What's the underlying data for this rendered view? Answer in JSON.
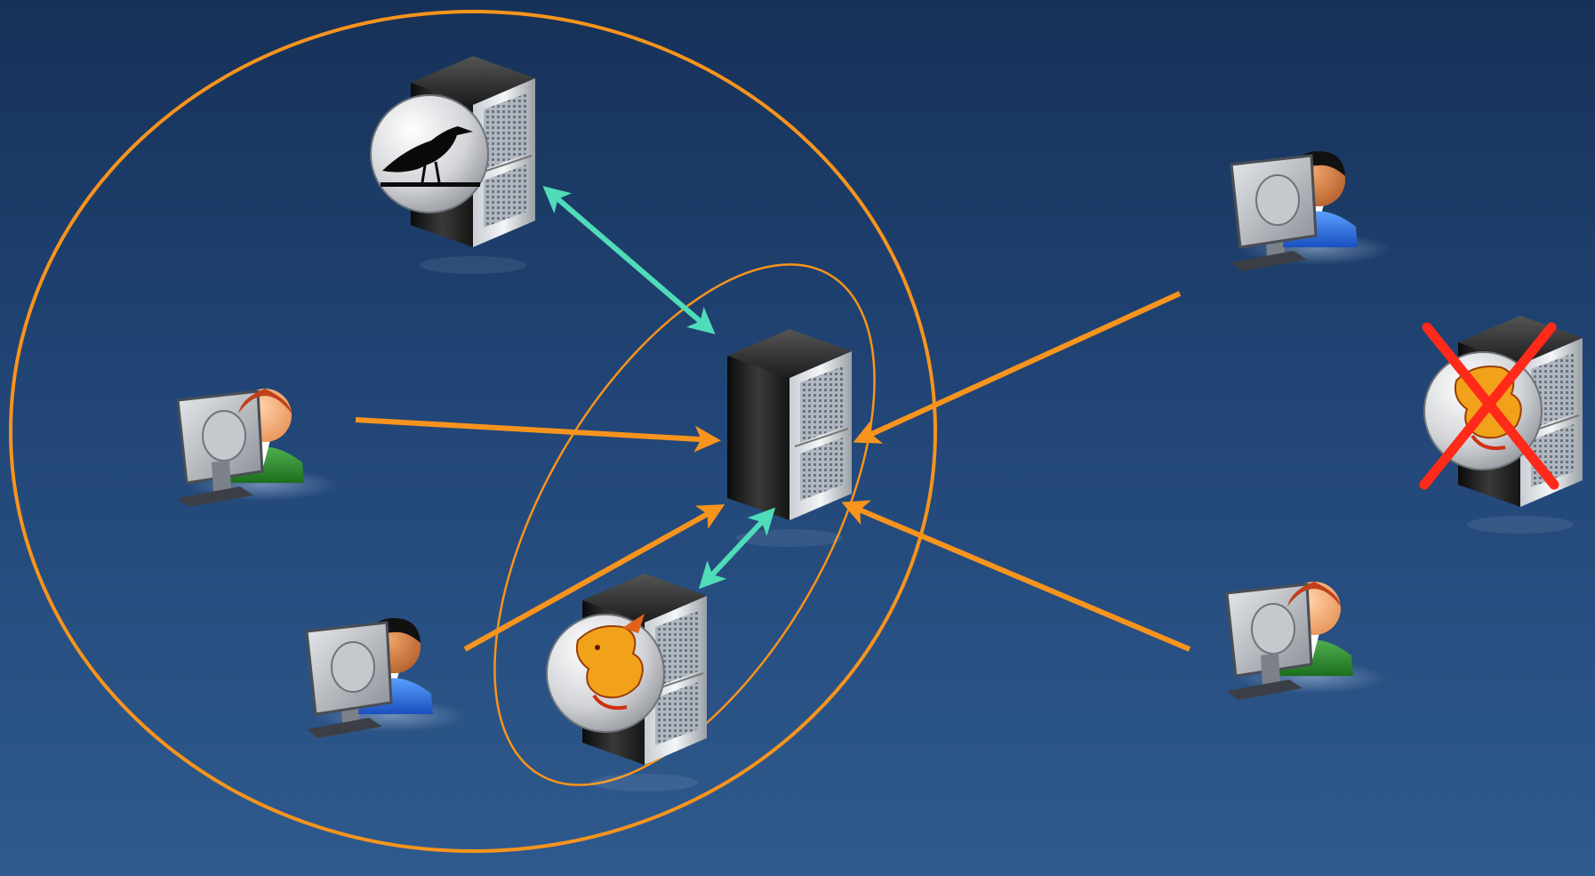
{
  "diagram": {
    "background_colors": {
      "top": "#173158",
      "bottom": "#2f5a8d"
    },
    "accent_colors": {
      "orange": "#f7941d",
      "teal": "#4fdcb8",
      "cross_red": "#ff2a1a"
    },
    "boundaries": [
      {
        "id": "outer-circle",
        "color": "#f7941d"
      },
      {
        "id": "inner-ellipse",
        "color": "#f7941d"
      }
    ],
    "nodes": [
      {
        "id": "central-server",
        "kind": "server",
        "badge": null
      },
      {
        "id": "crow-server",
        "kind": "server",
        "badge": "crow-icon"
      },
      {
        "id": "griffin-server",
        "kind": "server",
        "badge": "griffin-icon"
      },
      {
        "id": "remote-griffin-server",
        "kind": "server",
        "badge": "griffin-icon",
        "crossed_out": true
      },
      {
        "id": "user-woman-inside",
        "kind": "user",
        "gender": "female"
      },
      {
        "id": "user-man-inside",
        "kind": "user",
        "gender": "male"
      },
      {
        "id": "user-man-outside",
        "kind": "user",
        "gender": "male"
      },
      {
        "id": "user-woman-outside",
        "kind": "user",
        "gender": "female"
      }
    ],
    "connections": [
      {
        "from": "crow-server",
        "to": "central-server",
        "style": "bidirectional",
        "color": "teal"
      },
      {
        "from": "griffin-server",
        "to": "central-server",
        "style": "bidirectional",
        "color": "teal"
      },
      {
        "from": "user-woman-inside",
        "to": "central-server",
        "style": "directed",
        "color": "orange"
      },
      {
        "from": "user-man-inside",
        "to": "central-server",
        "style": "directed",
        "color": "orange"
      },
      {
        "from": "user-man-outside",
        "to": "central-server",
        "style": "directed",
        "color": "orange"
      },
      {
        "from": "user-woman-outside",
        "to": "central-server",
        "style": "directed",
        "color": "orange"
      }
    ]
  }
}
